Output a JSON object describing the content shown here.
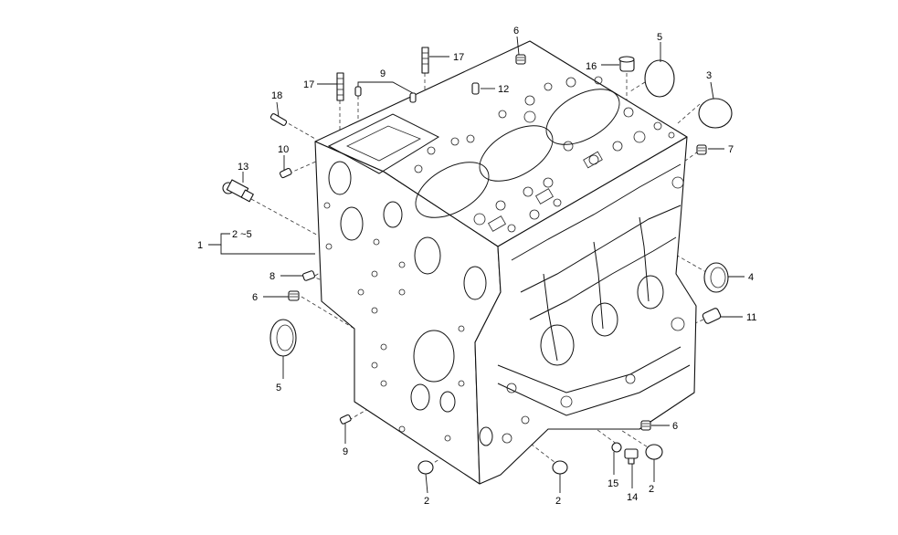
{
  "diagram": {
    "callouts": {
      "c1": "1",
      "c2_5": "2 ~5",
      "c2a": "2",
      "c2b": "2",
      "c2c": "2",
      "c3": "3",
      "c4": "4",
      "c5a": "5",
      "c5b": "5",
      "c6a": "6",
      "c6b": "6",
      "c6c": "6",
      "c7": "7",
      "c8": "8",
      "c9a": "9",
      "c9b": "9",
      "c10": "10",
      "c11": "11",
      "c12": "12",
      "c13": "13",
      "c14": "14",
      "c15": "15",
      "c16": "16",
      "c17a": "17",
      "c17b": "17",
      "c18": "18"
    }
  }
}
